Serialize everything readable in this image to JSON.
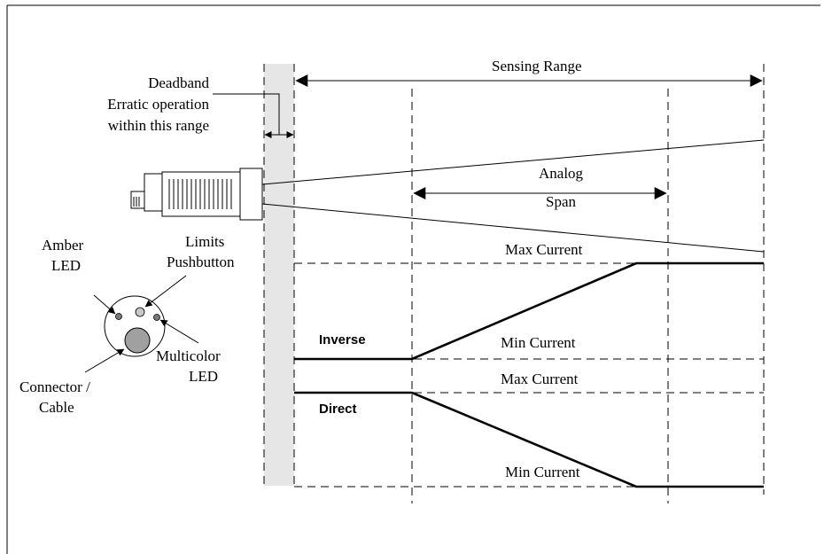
{
  "labels": {
    "sensing_range": "Sensing Range",
    "deadband": "Deadband",
    "erratic_line1": "Erratic operation",
    "erratic_line2": "within this range",
    "analog": "Analog",
    "span": "Span",
    "max_current": "Max Current",
    "min_current": "Min Current",
    "inverse": "Inverse",
    "direct": "Direct",
    "amber_led_line1": "Amber",
    "amber_led_line2": "LED",
    "limits_line1": "Limits",
    "limits_line2": "Pushbutton",
    "multicolor_line1": "Multicolor",
    "multicolor_line2": "LED",
    "connector_line1": "Connector /",
    "connector_line2": "Cable"
  },
  "colors": {
    "deadband_fill": "#e6e6e6",
    "connector_fill": "#a0a0a0",
    "led_fill": "#7a7a7a",
    "pushbutton_fill": "#c8c8c8"
  }
}
